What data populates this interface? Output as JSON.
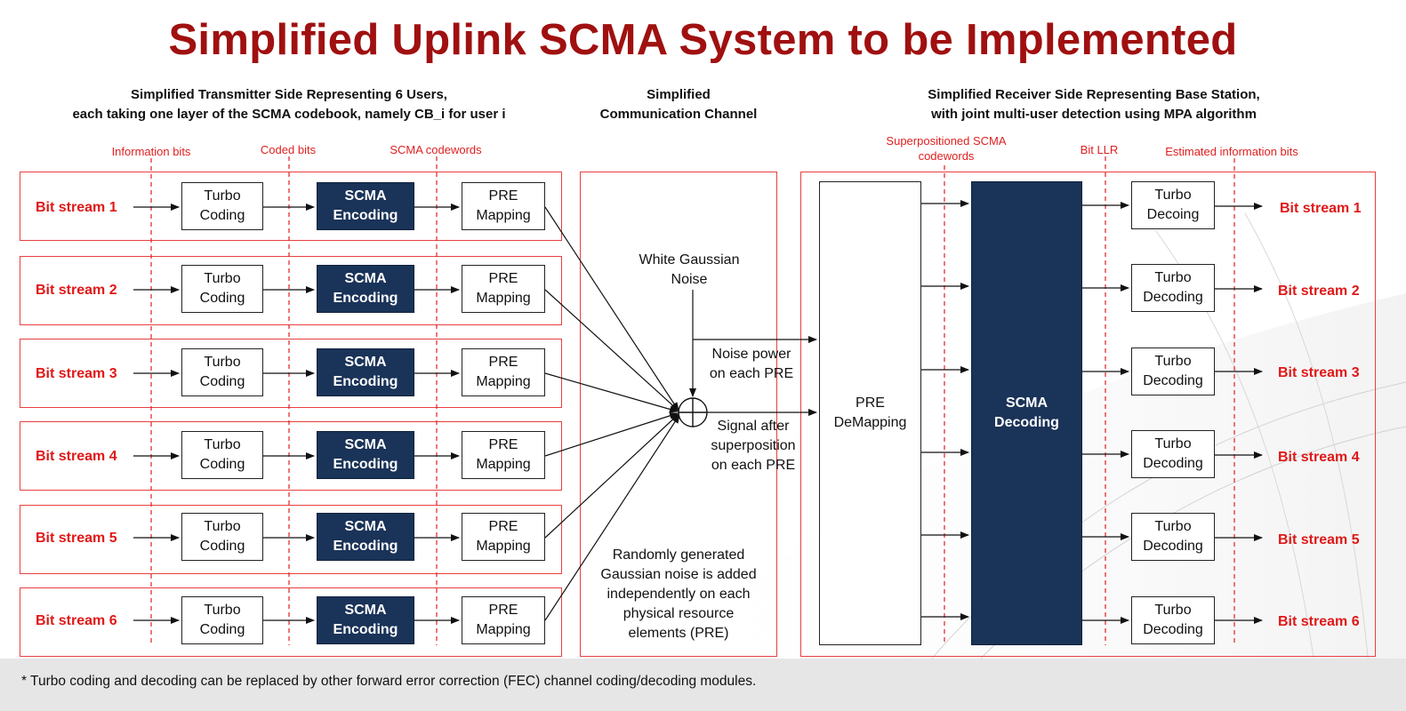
{
  "title": "Simplified Uplink SCMA System to be Implemented",
  "sections": {
    "transmitter": "Simplified Transmitter Side Representing 6 Users,\neach taking one layer of the SCMA codebook, namely CB_i for user i",
    "channel": "Simplified\nCommunication Channel",
    "receiver": "Simplified Receiver Side Representing Base Station,\nwith joint multi-user detection using MPA algorithm"
  },
  "signal_labels": {
    "information_bits": "Information bits",
    "coded_bits": "Coded bits",
    "scma_codewords": "SCMA codewords",
    "superpositioned": "Superpositioned SCMA\ncodewords",
    "bit_llr": "Bit LLR",
    "estimated_bits": "Estimated information bits"
  },
  "tx_rows": [
    {
      "stream": "Bit stream 1",
      "turbo": "Turbo\nCoding",
      "scma": "SCMA\nEncoding",
      "pre": "PRE\nMapping"
    },
    {
      "stream": "Bit stream 2",
      "turbo": "Turbo\nCoding",
      "scma": "SCMA\nEncoding",
      "pre": "PRE\nMapping"
    },
    {
      "stream": "Bit stream 3",
      "turbo": "Turbo\nCoding",
      "scma": "SCMA\nEncoding",
      "pre": "PRE\nMapping"
    },
    {
      "stream": "Bit stream 4",
      "turbo": "Turbo\nCoding",
      "scma": "SCMA\nEncoding",
      "pre": "PRE\nMapping"
    },
    {
      "stream": "Bit stream 5",
      "turbo": "Turbo\nCoding",
      "scma": "SCMA\nEncoding",
      "pre": "PRE\nMapping"
    },
    {
      "stream": "Bit stream 6",
      "turbo": "Turbo\nCoding",
      "scma": "SCMA\nEncoding",
      "pre": "PRE\nMapping"
    }
  ],
  "channel": {
    "noise_source": "White Gaussian\nNoise",
    "noise_power": "Noise power\non each PRE",
    "signal_after": "Signal after\nsuperposition\non each PRE",
    "description": "Randomly generated\nGaussian noise is added\nindependently on each\nphysical resource\nelements (PRE)"
  },
  "rx": {
    "demapping": "PRE\nDeMapping",
    "decoding": "SCMA\nDecoding",
    "rows": [
      {
        "turbo": "Turbo\nDecoing",
        "stream": "Bit stream 1"
      },
      {
        "turbo": "Turbo\nDecoding",
        "stream": "Bit stream 2"
      },
      {
        "turbo": "Turbo\nDecoding",
        "stream": "Bit stream 3"
      },
      {
        "turbo": "Turbo\nDecoding",
        "stream": "Bit stream 4"
      },
      {
        "turbo": "Turbo\nDecoding",
        "stream": "Bit stream 5"
      },
      {
        "turbo": "Turbo\nDecoding",
        "stream": "Bit stream 6"
      }
    ]
  },
  "footnote": "* Turbo coding and decoding can be replaced by other forward error correction (FEC) channel coding/decoding modules.",
  "colors": {
    "title": "#a01010",
    "accent_red": "#e02020",
    "dark_block": "#1a3358",
    "footer": "#e6e6e6"
  }
}
